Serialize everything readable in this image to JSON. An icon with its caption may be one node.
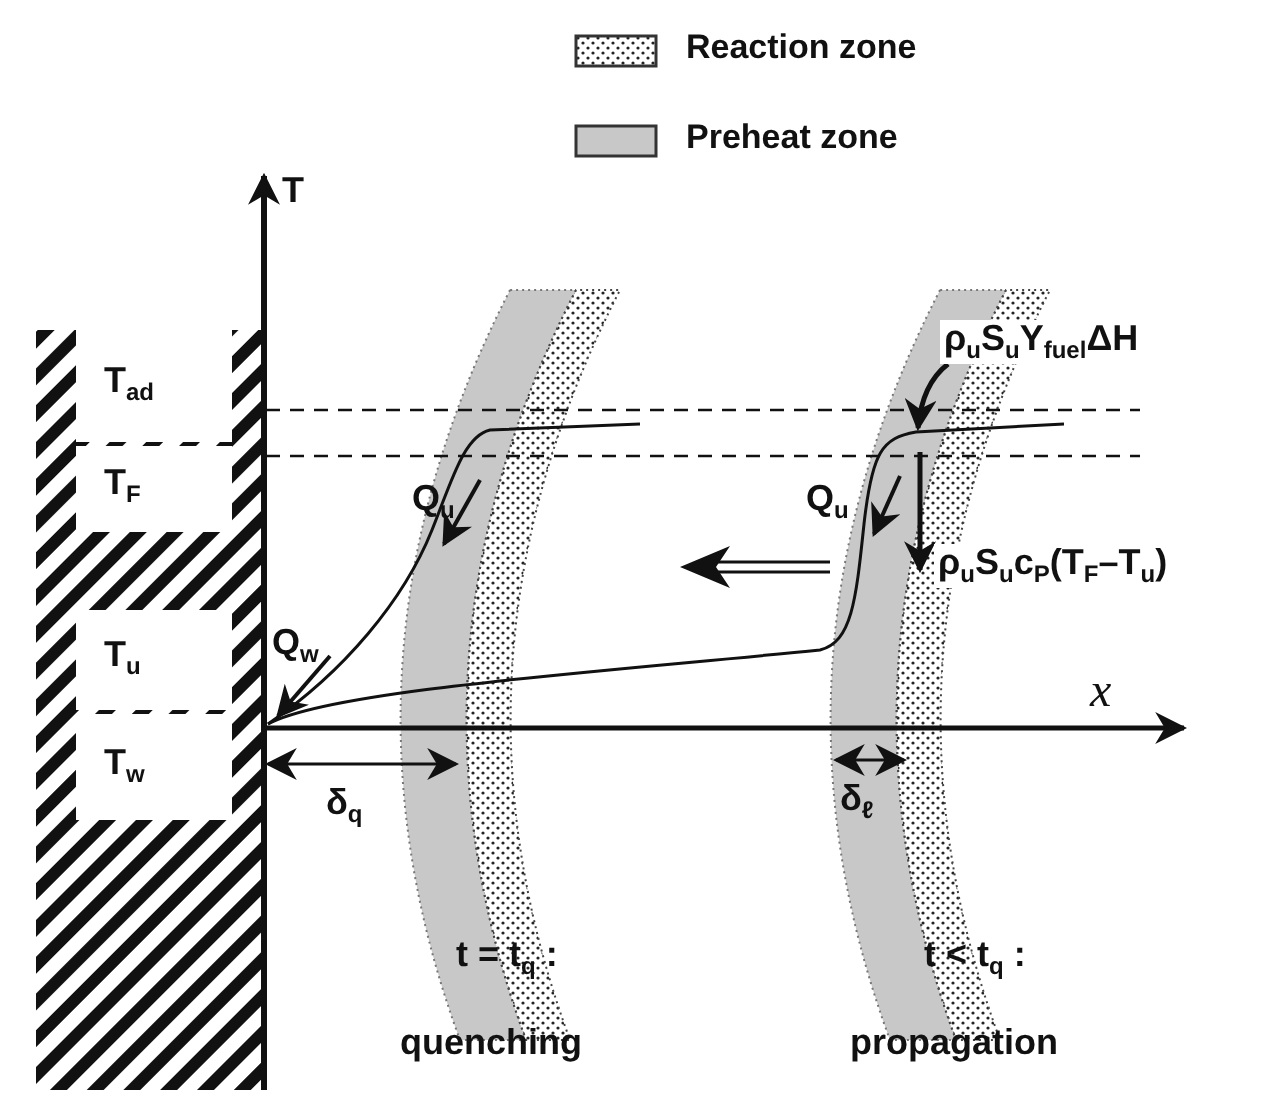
{
  "diagram": {
    "labels": [
      "T",
      "ρ$_{u}$S$_{u}$Y$_{fuel}$ΔH",
      "T$_{ad}$",
      "T$_{F}$",
      "Q$_{u}$",
      "Q$_{u}$",
      "ρ$_{u}$S$_{u}$c$_{P}$(T$_{F}$–T$_{u}$)",
      "T$_{u}$",
      "Q$_{w}$",
      "x",
      "T$_{w}$",
      "δ$_{q}$",
      "δ$_{ℓ}$",
      "t = t$_{q}$ :",
      "t < t$_{q}$ :",
      "quenching",
      "propagation"
    ],
    "legend": [
      {
        "text": "Reaction zone"
      },
      {
        "text": "Preheat zone",
        "color": "#c8c8c8"
      }
    ]
  }
}
